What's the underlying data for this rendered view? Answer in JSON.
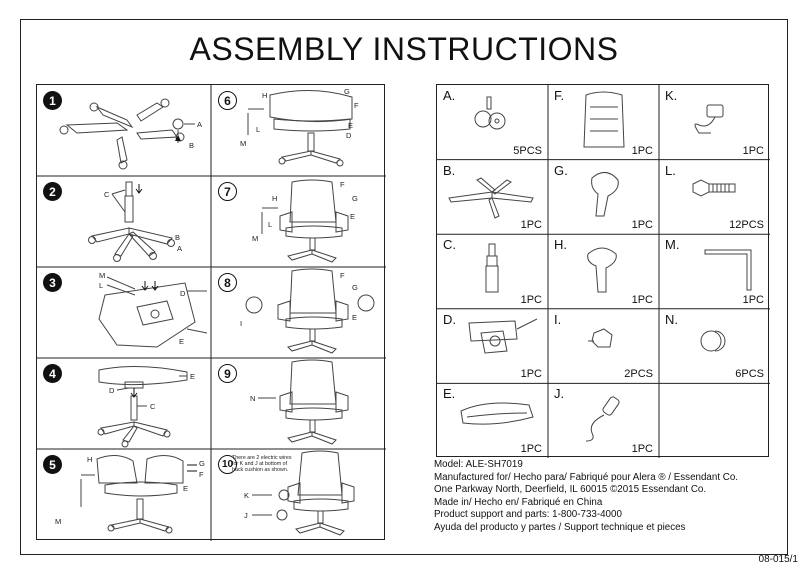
{
  "title": "ASSEMBLY INSTRUCTIONS",
  "steps": [
    {
      "number": "1",
      "labels": [
        "A",
        "B"
      ]
    },
    {
      "number": "2",
      "labels": [
        "C",
        "B",
        "A"
      ]
    },
    {
      "number": "3",
      "labels": [
        "M",
        "L",
        "D",
        "E"
      ]
    },
    {
      "number": "4",
      "labels": [
        "E",
        "D",
        "C"
      ]
    },
    {
      "number": "5",
      "labels": [
        "H",
        "G",
        "F",
        "E",
        "M"
      ]
    },
    {
      "number": "6",
      "labels": [
        "H",
        "G",
        "F",
        "E",
        "D",
        "L",
        "M"
      ]
    },
    {
      "number": "7",
      "labels": [
        "F",
        "H",
        "G",
        "E",
        "L",
        "M"
      ]
    },
    {
      "number": "8",
      "labels": [
        "F",
        "G",
        "E",
        "I"
      ]
    },
    {
      "number": "9",
      "labels": [
        "N"
      ]
    },
    {
      "number": "10",
      "labels": [
        "K",
        "J"
      ],
      "note": "There are 2 electric wires for K and J at bottom of back cushion as shown."
    }
  ],
  "parts": [
    {
      "letter": "A.",
      "qty": "5PCS",
      "icon": "caster-icon"
    },
    {
      "letter": "F.",
      "qty": "1PC",
      "icon": "backrest-icon"
    },
    {
      "letter": "K.",
      "qty": "1PC",
      "icon": "adapter-icon"
    },
    {
      "letter": "B.",
      "qty": "1PC",
      "icon": "base-icon"
    },
    {
      "letter": "G.",
      "qty": "1PC",
      "icon": "armrest-left-icon"
    },
    {
      "letter": "L.",
      "qty": "12PCS",
      "icon": "bolt-icon"
    },
    {
      "letter": "C.",
      "qty": "1PC",
      "icon": "gas-lift-icon"
    },
    {
      "letter": "H.",
      "qty": "1PC",
      "icon": "armrest-right-icon"
    },
    {
      "letter": "M.",
      "qty": "1PC",
      "icon": "allen-key-icon"
    },
    {
      "letter": "D.",
      "qty": "1PC",
      "icon": "mechanism-icon"
    },
    {
      "letter": "I.",
      "qty": "2PCS",
      "icon": "knob-icon"
    },
    {
      "letter": "N.",
      "qty": "6PCS",
      "icon": "cap-icon"
    },
    {
      "letter": "E.",
      "qty": "1PC",
      "icon": "seat-icon"
    },
    {
      "letter": "J.",
      "qty": "1PC",
      "icon": "remote-icon"
    },
    {
      "letter": "",
      "qty": "",
      "icon": ""
    }
  ],
  "info": {
    "model": "Model: ALE-SH7019",
    "manufactured": "Manufactured for/ Hecho para/ Fabriqué pour Alera ® / Essendant Co.",
    "address": "One Parkway North, Deerfield, IL 60015 ©2015 Essendant Co.",
    "made_in": "Made in/ Hecho en/ Fabriqué en China",
    "support": "Product support and parts: 1-800-733-4000",
    "support_fr": "Ayuda del producto y partes / Support technique et pieces"
  },
  "doc_code": "08-015/1"
}
